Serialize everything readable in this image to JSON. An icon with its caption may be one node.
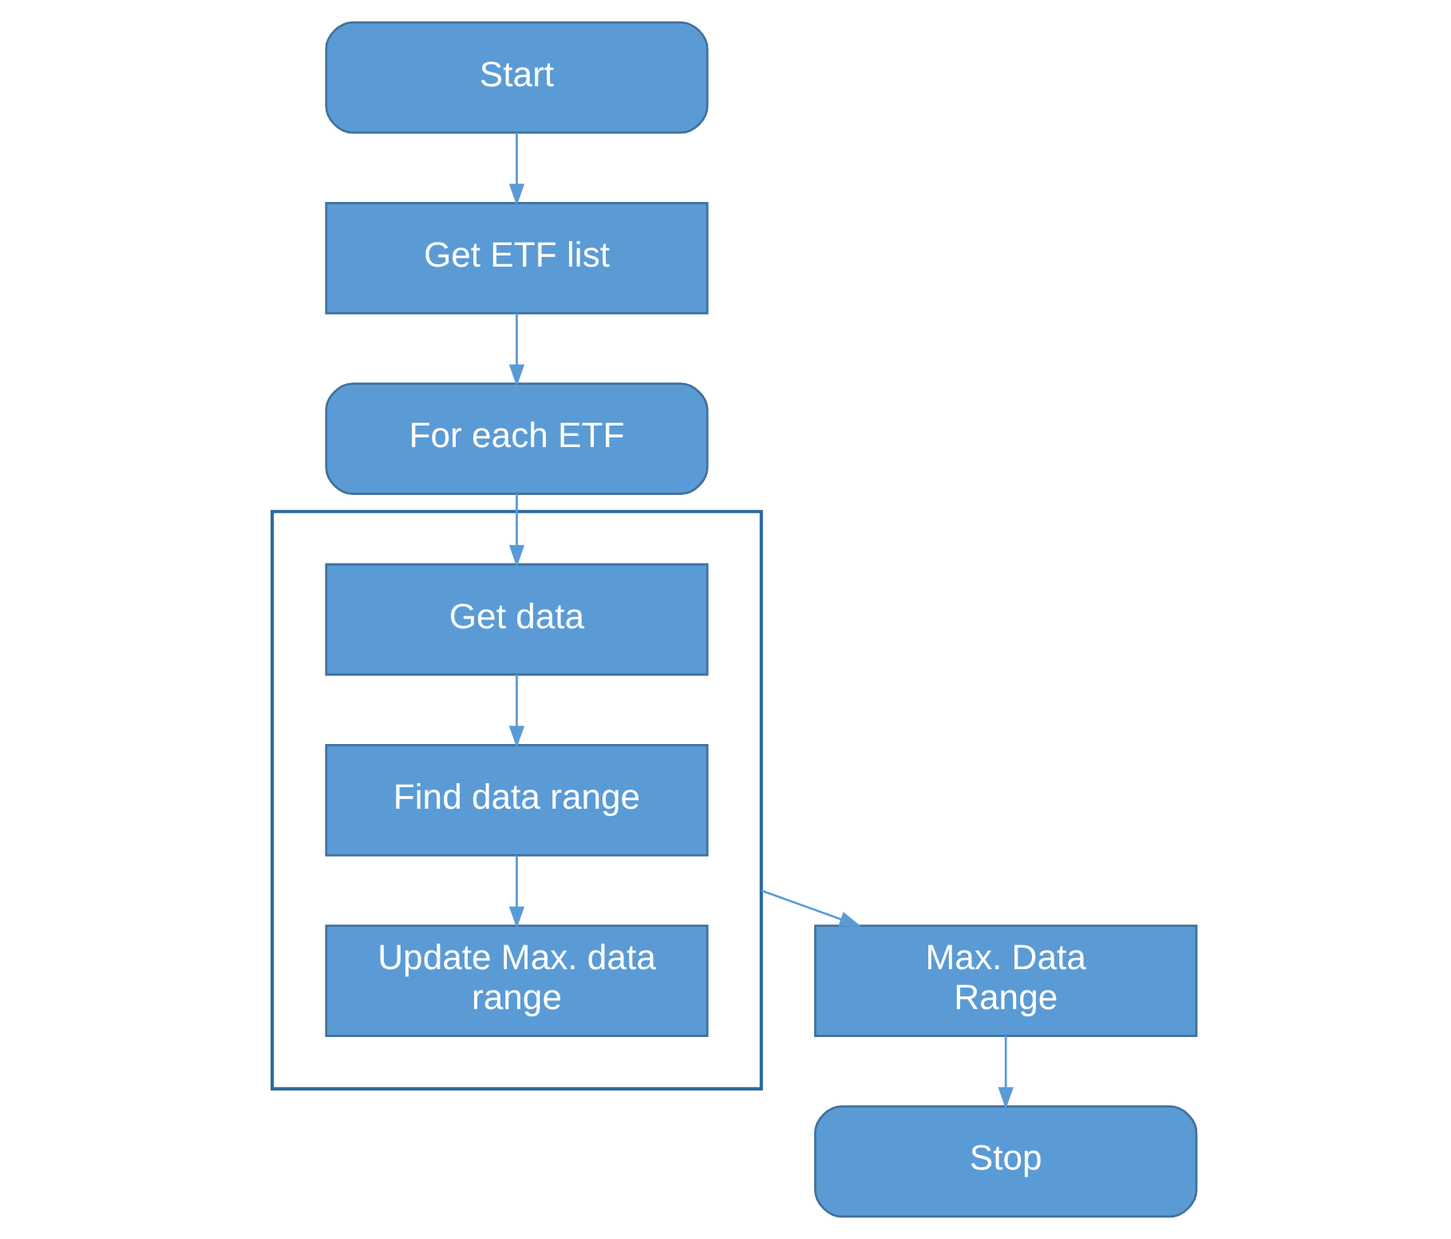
{
  "diagram": {
    "nodes": [
      {
        "text": [
          "Start"
        ]
      },
      {
        "text": [
          "Get ETF list"
        ]
      },
      {
        "text": [
          "For each ETF"
        ]
      },
      {
        "text": [],
        "shape": "box"
      },
      {
        "text": [
          "Get data"
        ],
        "in": 3
      },
      {
        "text": [
          "Find data range"
        ],
        "in": 3
      },
      {
        "text": [
          "Update Max. data range"
        ],
        "in": 3
      },
      {
        "text": [
          "Max. Data Range"
        ]
      },
      {
        "text": [
          "Stop"
        ]
      }
    ],
    "edges": [
      {
        "from": 0,
        "to": 1,
        "arrow": "to"
      },
      {
        "from": 1,
        "to": 2,
        "arrow": "to"
      },
      {
        "from": 2,
        "to": 4,
        "arrow": "to"
      },
      {
        "from": 4,
        "to": 5,
        "arrow": "to"
      },
      {
        "from": 5,
        "to": 6,
        "arrow": "to"
      },
      {
        "from": 3,
        "to": 7,
        "arrow": "to"
      },
      {
        "from": 7,
        "to": 8,
        "arrow": "to"
      }
    ]
  }
}
